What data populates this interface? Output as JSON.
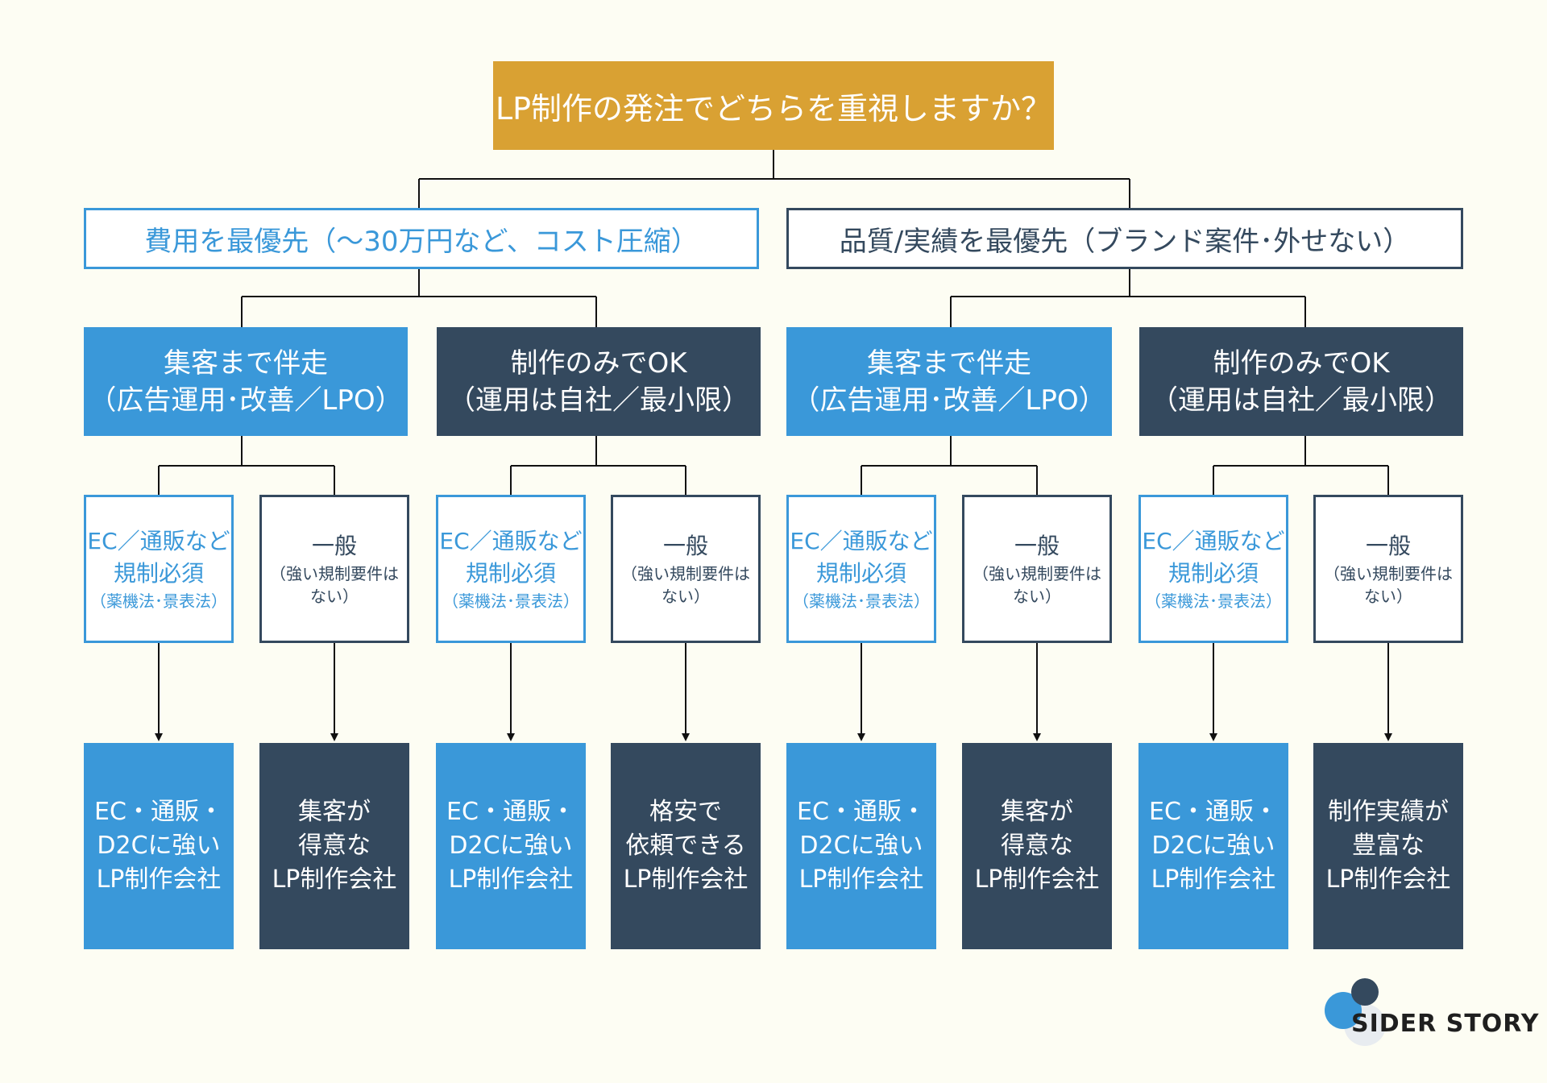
{
  "root": "LP制作の発注でどちらを重視しますか？",
  "priorities": [
    {
      "label": "費用を最優先（〜30万円など、コスト圧縮）",
      "approaches": [
        {
          "line1": "集客まで伴走",
          "line2": "（広告運用･改善／LPO）",
          "conditions": [
            {
              "main1": "EC／通販など",
              "main2": "規制必須",
              "sub1": "（薬機法･景表法）",
              "sub2": "",
              "result": [
                "EC・通販・",
                "D2Cに強い",
                "LP制作会社"
              ]
            },
            {
              "main1": "一般",
              "main2": "",
              "sub1": "（強い規制要件は",
              "sub2": "ない）",
              "result": [
                "集客が",
                "得意な",
                "LP制作会社"
              ]
            }
          ]
        },
        {
          "line1": "制作のみでOK",
          "line2": "（運用は自社／最小限）",
          "conditions": [
            {
              "main1": "EC／通販など",
              "main2": "規制必須",
              "sub1": "（薬機法･景表法）",
              "sub2": "",
              "result": [
                "EC・通販・",
                "D2Cに強い",
                "LP制作会社"
              ]
            },
            {
              "main1": "一般",
              "main2": "",
              "sub1": "（強い規制要件は",
              "sub2": "ない）",
              "result": [
                "格安で",
                "依頼できる",
                "LP制作会社"
              ]
            }
          ]
        }
      ]
    },
    {
      "label": "品質/実績を最優先（ブランド案件･外せない）",
      "approaches": [
        {
          "line1": "集客まで伴走",
          "line2": "（広告運用･改善／LPO）",
          "conditions": [
            {
              "main1": "EC／通販など",
              "main2": "規制必須",
              "sub1": "（薬機法･景表法）",
              "sub2": "",
              "result": [
                "EC・通販・",
                "D2Cに強い",
                "LP制作会社"
              ]
            },
            {
              "main1": "一般",
              "main2": "",
              "sub1": "（強い規制要件は",
              "sub2": "ない）",
              "result": [
                "集客が",
                "得意な",
                "LP制作会社"
              ]
            }
          ]
        },
        {
          "line1": "制作のみでOK",
          "line2": "（運用は自社／最小限）",
          "conditions": [
            {
              "main1": "EC／通販など",
              "main2": "規制必須",
              "sub1": "（薬機法･景表法）",
              "sub2": "",
              "result": [
                "EC・通販・",
                "D2Cに強い",
                "LP制作会社"
              ]
            },
            {
              "main1": "一般",
              "main2": "",
              "sub1": "（強い規制要件は",
              "sub2": "ない）",
              "result": [
                "制作実績が",
                "豊富な",
                "LP制作会社"
              ]
            }
          ]
        }
      ]
    }
  ],
  "logo": {
    "text": "SIDER STORY"
  }
}
